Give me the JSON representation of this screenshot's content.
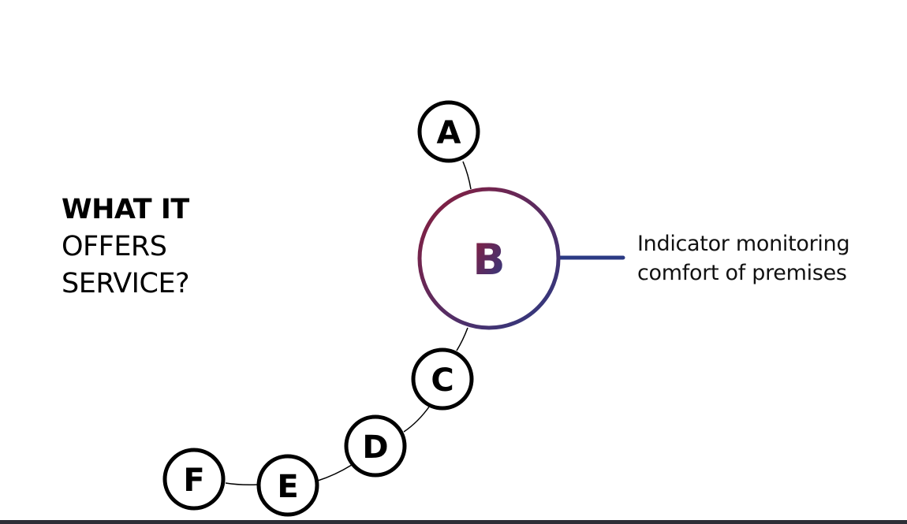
{
  "heading": {
    "line1": "WHAT IT",
    "line2": "OFFERS",
    "line3": "SERVICE?"
  },
  "nodes": [
    {
      "id": "a",
      "label": "A"
    },
    {
      "id": "b",
      "label": "B",
      "highlighted": true
    },
    {
      "id": "c",
      "label": "C"
    },
    {
      "id": "d",
      "label": "D"
    },
    {
      "id": "e",
      "label": "E"
    },
    {
      "id": "f",
      "label": "F"
    }
  ],
  "description": {
    "line1": "Indicator monitoring",
    "line2": "comfort of premises"
  },
  "colors": {
    "gradient_start": "#8a1d3c",
    "gradient_end": "#2b3a84",
    "connector": "#2b3a84",
    "node_stroke": "#000000",
    "bottom_rule": "#2e2e36"
  }
}
